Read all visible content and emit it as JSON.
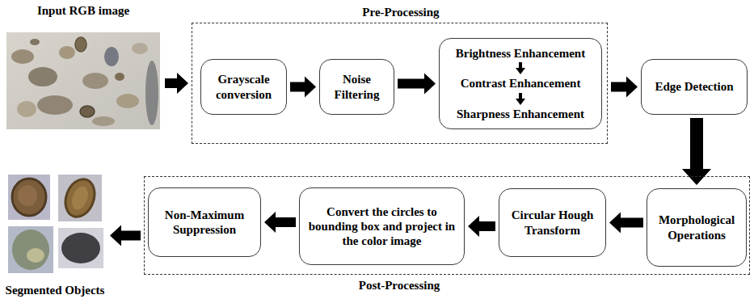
{
  "diagram": {
    "nodes": [
      {
        "text": [
          "Input RGB image"
        ]
      },
      {
        "text": [
          "Pre-Processing"
        ]
      },
      {
        "text": [
          "Grayscale conversion"
        ],
        "in": 1
      },
      {
        "text": [
          "Noise Filtering"
        ],
        "in": 1
      },
      {
        "text": [
          "Brightness Enhancement",
          "Contrast Enhancement",
          "Sharpness Enhancement"
        ],
        "in": 1
      },
      {
        "text": [
          "Edge Detection"
        ]
      },
      {
        "text": [
          "Post-Processing"
        ]
      },
      {
        "text": [
          "Non-Maximum Suppression"
        ],
        "in": 6
      },
      {
        "text": [
          "Convert the circles to bounding box and project in the color image"
        ],
        "in": 6
      },
      {
        "text": [
          "Circular Hough Transform"
        ],
        "in": 6
      },
      {
        "text": [
          "Morphological Operations"
        ],
        "in": 6
      },
      {
        "text": [
          "Segmented Objects"
        ]
      }
    ],
    "edges": [
      {
        "from": 0,
        "to": 1,
        "arrow": "to"
      },
      {
        "from": 2,
        "to": 3,
        "arrow": "to"
      },
      {
        "from": 3,
        "to": 4,
        "arrow": "to"
      },
      {
        "from": 1,
        "to": 5,
        "arrow": "to"
      },
      {
        "from": 5,
        "to": 10,
        "arrow": "to"
      },
      {
        "from": 10,
        "to": 9,
        "arrow": "to"
      },
      {
        "from": 9,
        "to": 8,
        "arrow": "to"
      },
      {
        "from": 8,
        "to": 7,
        "arrow": "to"
      },
      {
        "from": 6,
        "to": 11,
        "arrow": "to"
      }
    ]
  }
}
